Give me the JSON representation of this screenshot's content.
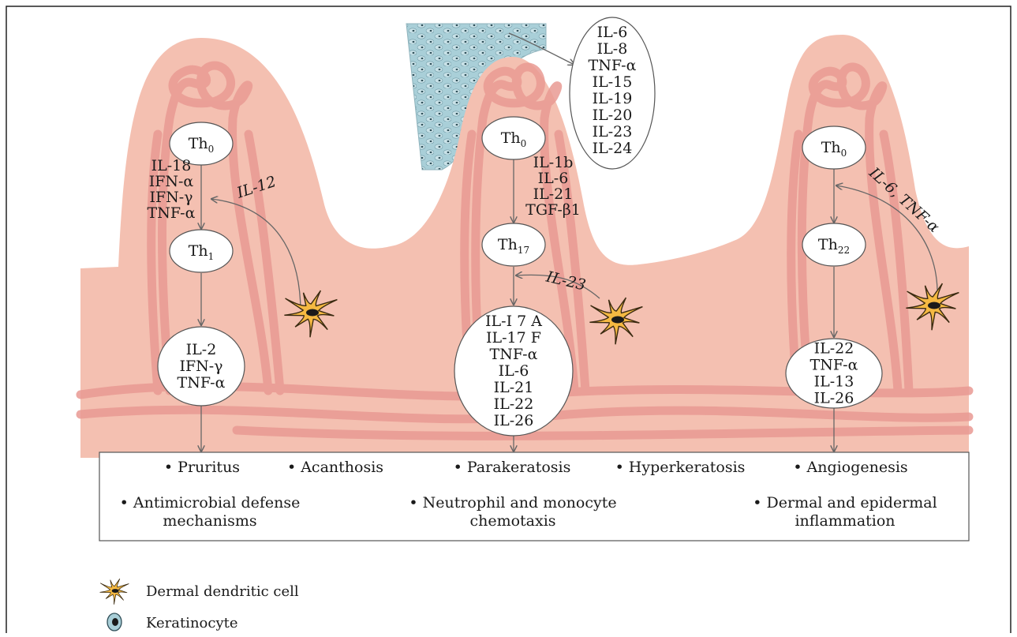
{
  "colors": {
    "skin": "#f4c0b1",
    "vessel": "#e99a93",
    "arrow": "#666666",
    "dendritic_fill": "#f5b942",
    "keratinocyte_fill": "#a9cfd8"
  },
  "columns": [
    {
      "top_cell": {
        "base": "Th",
        "sub": "0"
      },
      "inducers": [
        "IL-18",
        "IFN-α",
        "IFN-γ",
        "TNF-α"
      ],
      "signal_label": "IL-12",
      "mid_cell": {
        "base": "Th",
        "sub": "1"
      },
      "cytokines": [
        "IL-2",
        "IFN-γ",
        "TNF-α"
      ]
    },
    {
      "top_cell": {
        "base": "Th",
        "sub": "0"
      },
      "inducers": [
        "IL-1b",
        "IL-6",
        "IL-21",
        "TGF-β1"
      ],
      "signal_label": "IL-23",
      "mid_cell": {
        "base": "Th",
        "sub": "17"
      },
      "cytokines": [
        "IL-I 7 A",
        "IL-17 F",
        "TNF-α",
        "IL-6",
        "IL-21",
        "IL-22",
        "IL-26"
      ]
    },
    {
      "top_cell": {
        "base": "Th",
        "sub": "0"
      },
      "signal_label": "IL-6, TNF-α",
      "mid_cell": {
        "base": "Th",
        "sub": "22"
      },
      "cytokines": [
        "IL-22",
        "TNF-α",
        "IL-13",
        "IL-26"
      ]
    }
  ],
  "keratinocyte_cytokines": [
    "IL-6",
    "IL-8",
    "TNF-α",
    "IL-15",
    "IL-19",
    "IL-20",
    "IL-23",
    "IL-24"
  ],
  "effects": {
    "row1": [
      "• Pruritus",
      "• Acanthosis",
      "• Parakeratosis",
      "• Hyperkeratosis",
      "• Angiogenesis"
    ],
    "row2": [
      {
        "line1": "• Antimicrobial defense",
        "line2": "mechanisms"
      },
      {
        "line1": "• Neutrophil and monocyte",
        "line2": "chemotaxis"
      },
      {
        "line1": "• Dermal and epidermal",
        "line2": "inflammation"
      }
    ]
  },
  "legend": [
    {
      "icon": "dendritic-cell-icon",
      "label": "Dermal dendritic cell"
    },
    {
      "icon": "keratinocyte-icon",
      "label": "Keratinocyte"
    }
  ]
}
